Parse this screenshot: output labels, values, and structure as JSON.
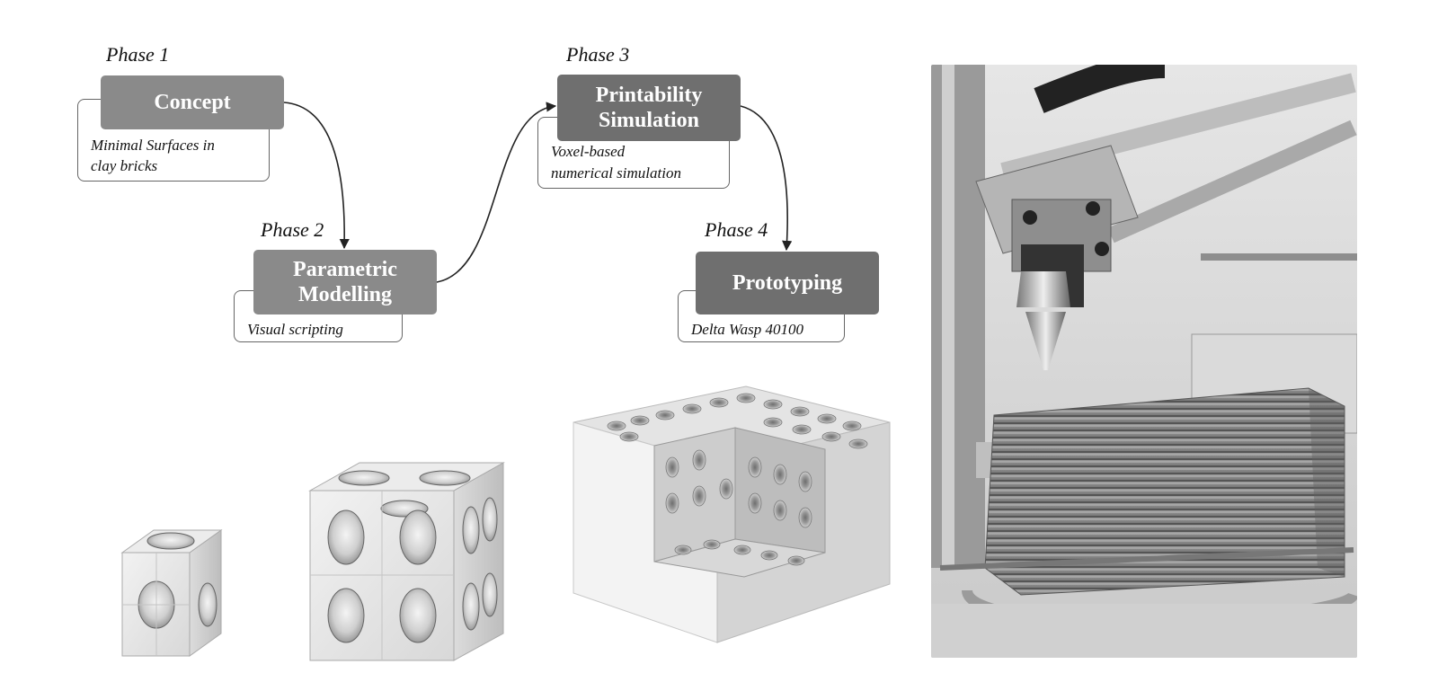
{
  "phases": [
    {
      "label": "Phase 1",
      "title_lines": [
        "Concept"
      ],
      "note_lines": [
        "Minimal Surfaces in",
        "clay bricks"
      ]
    },
    {
      "label": "Phase 2",
      "title_lines": [
        "Parametric",
        "Modelling"
      ],
      "note_lines": [
        "Visual scripting"
      ]
    },
    {
      "label": "Phase 3",
      "title_lines": [
        "Printability",
        "Simulation"
      ],
      "note_lines": [
        "Voxel-based",
        "numerical simulation"
      ]
    },
    {
      "label": "Phase 4",
      "title_lines": [
        "Prototyping"
      ],
      "note_lines": [
        "Delta Wasp 40100"
      ]
    }
  ],
  "colors": {
    "box_light": "#8a8a8a",
    "box_dark": "#6f6f6f",
    "note_border": "#666666",
    "arrow": "#222222"
  },
  "illustrations": [
    "unit-cell-cube",
    "lattice-cube",
    "cutaway-brick",
    "delta-printer-photo"
  ]
}
